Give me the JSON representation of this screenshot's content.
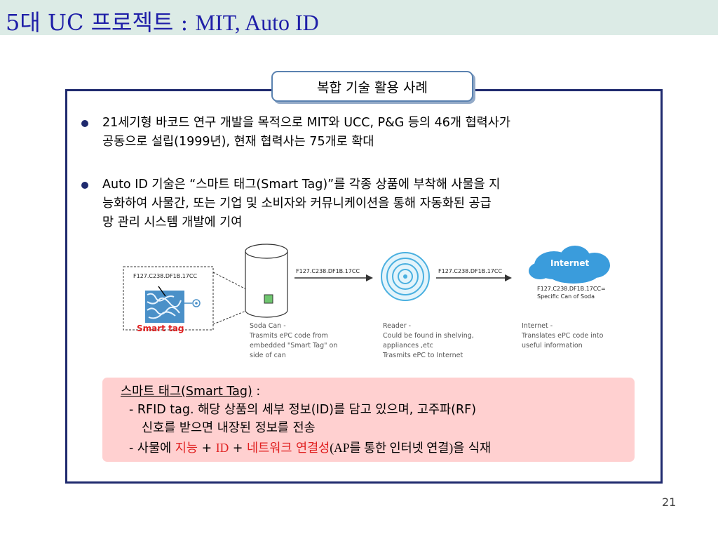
{
  "title": {
    "main": "5대 UC 프로젝트 : ",
    "sub": "MIT, Auto ID"
  },
  "caption": "복합 기술 활용 사례",
  "bullets": [
    {
      "line1": "21세기형 바코드 연구 개발을 목적으로 MIT와 UCC, P&G 등의 46개 협력사가",
      "line2": "공동으로 설립(1999년), 현재 협력사는 75개로 확대"
    },
    {
      "line1": "Auto ID 기술은 “스마트 태그(Smart Tag)”를 각종 상품에 부착해 사물을    지",
      "line2": "능화하여 사물간, 또는 기업 및 소비자와 커뮤니케이션을 통해 자동화된  공급",
      "line3": "망 관리 시스템 개발에 기여"
    }
  ],
  "diagram": {
    "tag_code": "F127.C238.DF1B.17CC",
    "tag_label": "Smart tag",
    "arrow1_code": "F127.C238.DF1B.17CC",
    "arrow2_code": "F127.C238.DF1B.17CC",
    "cloud_label": "Internet",
    "cloud_code": "F127.C238.DF1B.17CC=\nSpecific Can of Soda",
    "soda_label": "Soda Can -\nTrasmits ePC code from\nembedded \"Smart Tag\" on\nside of can",
    "reader_label": "Reader -\nCould be found in shelving,\nappliances ,etc\nTrasmits ePC to Internet",
    "internet_label": "Internet -\nTranslates ePC code into\nuseful information"
  },
  "note": {
    "heading": "스마트 태그(Smart Tag)",
    "heading_colon": " :",
    "line1": "- RFID tag. 해당 상품의 세부 정보(ID)를 담고 있으며, 고주파(RF)",
    "line2": "신호를 받으면 내장된 정보를 전송",
    "line3_a": "- 사물에 ",
    "line3_b": "지능",
    "line3_c": " + ",
    "line3_d": "ID",
    "line3_e": " + ",
    "line3_f": "네트워크 연결성",
    "line3_g": "(AP를 통한 인터넷 연결)",
    "line3_h": "을 식재"
  },
  "page_number": "21",
  "colors": {
    "title": "#1f1fa8",
    "frame": "#1f2a6e",
    "highlight": "#e02020",
    "note_bg": "#ffd0d0",
    "top_band": "#dcebe6"
  }
}
